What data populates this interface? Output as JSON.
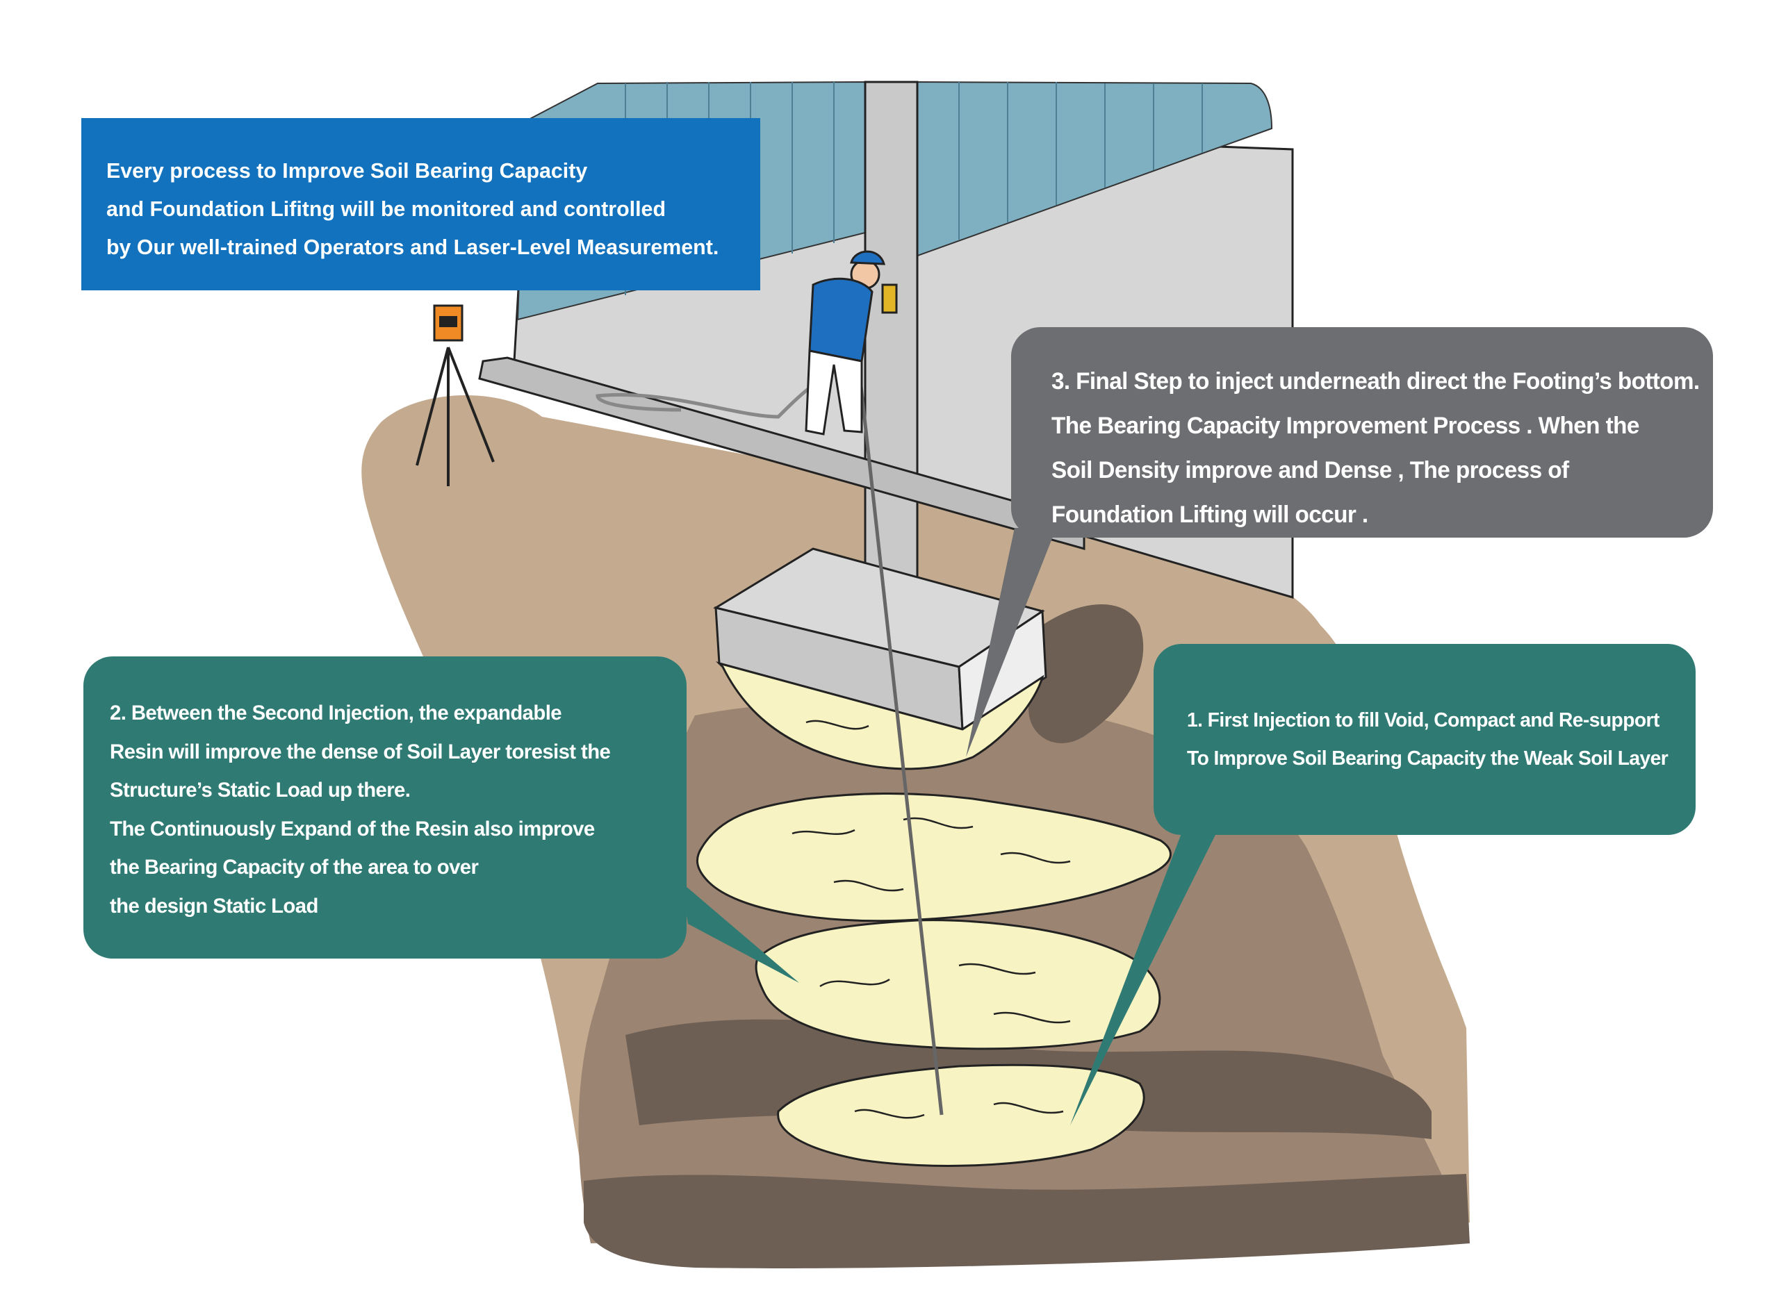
{
  "colors": {
    "intro_box": "#1272bd",
    "step3_box": "#6d6e71",
    "step_boxes": "#2f7b73",
    "wall_panels": "#7fb0c2",
    "wall_gray": "#d6d6d6",
    "soil_light": "#c4ab8f",
    "soil_mid": "#9b8472",
    "soil_dark": "#6e5f55",
    "resin": "#f7f3c2",
    "worker_shirt": "#1f6fc0"
  },
  "icons": [
    "laser-level-tripod",
    "operator-figure",
    "injection-hose",
    "injection-lance"
  ],
  "callouts": {
    "intro": {
      "lines": [
        "Every process to Improve Soil Bearing Capacity",
        "and Foundation Lifitng will be monitored and controlled",
        "by Our well-trained Operators and Laser-Level Measurement."
      ]
    },
    "step3": {
      "lines": [
        "3. Final Step to inject underneath direct the Footing’s bottom.",
        "The Bearing Capacity Improvement Process . When the",
        "Soil Density improve and Dense , The process of",
        "Foundation Lifting will occur ."
      ]
    },
    "step2": {
      "lines": [
        "2. Between the Second Injection, the expandable",
        "Resin will improve the dense of Soil Layer toresist the",
        "Structure’s Static Load up there.",
        "The Continuously Expand of the Resin also improve",
        "the Bearing Capacity of the area to over",
        "the design Static Load"
      ]
    },
    "step1": {
      "lines": [
        "1. First Injection to fill Void, Compact and Re-support",
        "To Improve Soil Bearing Capacity the Weak Soil Layer"
      ]
    }
  }
}
